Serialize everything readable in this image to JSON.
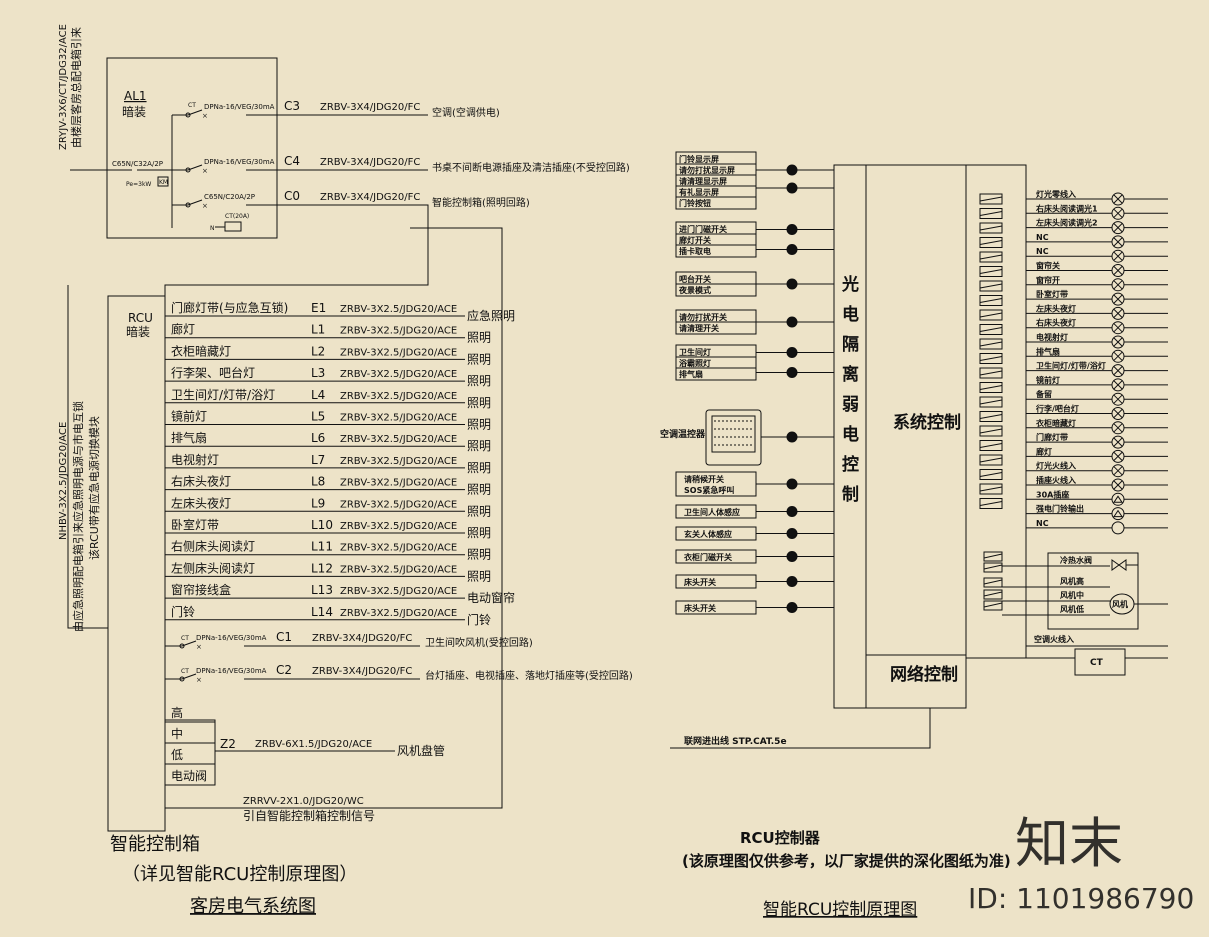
{
  "left": {
    "feeder_vertical": [
      "ZRYJV-3X6/CT/JDG32/ACE",
      "由楼层客房总配电箱引来"
    ],
    "al1": {
      "name": "AL1",
      "mount": "暗装"
    },
    "main_breaker": "C65N/C32A/2P",
    "pe": "Pe=3kW",
    "km": "KM",
    "ct_label": "CT",
    "n_label": "N",
    "ct20": "CT(20A)",
    "circuits": [
      {
        "breaker": "DPNa-16/VEG/30mA",
        "id": "C3",
        "cable": "ZRBV-3X4/JDG20/FC",
        "desc": "空调(空调供电)"
      },
      {
        "breaker": "DPNa-16/VEG/30mA",
        "id": "C4",
        "cable": "ZRBV-3X4/JDG20/FC",
        "desc": "书桌不间断电源插座及清洁插座(不受控回路)"
      },
      {
        "breaker": "C65N/C20A/2P",
        "id": "C0",
        "cable": "ZRBV-3X4/JDG20/FC",
        "desc": "智能控制箱(照明回路)"
      }
    ],
    "rcu": {
      "name": "RCU",
      "mount": "暗装"
    },
    "rcu_vertical": [
      "NHBV-3X2.5/JDG20/ACE",
      "由应急照明配电箱引来应急照明电源与市电互锁",
      "该RCU带有应急电源切换模块"
    ],
    "lighting": [
      {
        "name": "门廊灯带(与应急互锁)",
        "id": "E1",
        "cable": "ZRBV-3X2.5/JDG20/ACE",
        "use": "应急照明"
      },
      {
        "name": "廊灯",
        "id": "L1",
        "cable": "ZRBV-3X2.5/JDG20/ACE",
        "use": "照明"
      },
      {
        "name": "衣柜暗藏灯",
        "id": "L2",
        "cable": "ZRBV-3X2.5/JDG20/ACE",
        "use": "照明"
      },
      {
        "name": "行李架、吧台灯",
        "id": "L3",
        "cable": "ZRBV-3X2.5/JDG20/ACE",
        "use": "照明"
      },
      {
        "name": "卫生间灯/灯带/浴灯",
        "id": "L4",
        "cable": "ZRBV-3X2.5/JDG20/ACE",
        "use": "照明"
      },
      {
        "name": "镜前灯",
        "id": "L5",
        "cable": "ZRBV-3X2.5/JDG20/ACE",
        "use": "照明"
      },
      {
        "name": "排气扇",
        "id": "L6",
        "cable": "ZRBV-3X2.5/JDG20/ACE",
        "use": "照明"
      },
      {
        "name": "电视射灯",
        "id": "L7",
        "cable": "ZRBV-3X2.5/JDG20/ACE",
        "use": "照明"
      },
      {
        "name": "右床头夜灯",
        "id": "L8",
        "cable": "ZRBV-3X2.5/JDG20/ACE",
        "use": "照明"
      },
      {
        "name": "左床头夜灯",
        "id": "L9",
        "cable": "ZRBV-3X2.5/JDG20/ACE",
        "use": "照明"
      },
      {
        "name": "卧室灯带",
        "id": "L10",
        "cable": "ZRBV-3X2.5/JDG20/ACE",
        "use": "照明"
      },
      {
        "name": "右侧床头阅读灯",
        "id": "L11",
        "cable": "ZRBV-3X2.5/JDG20/ACE",
        "use": "照明"
      },
      {
        "name": "左侧床头阅读灯",
        "id": "L12",
        "cable": "ZRBV-3X2.5/JDG20/ACE",
        "use": "照明"
      },
      {
        "name": "窗帘接线盒",
        "id": "L13",
        "cable": "ZRBV-3X2.5/JDG20/ACE",
        "use": "电动窗帘"
      },
      {
        "name": "门铃",
        "id": "L14",
        "cable": "ZRBV-3X2.5/JDG20/ACE",
        "use": "门铃"
      }
    ],
    "controlled": [
      {
        "ct": "CT",
        "breaker": "DPNa-16/VEG/30mA",
        "id": "C1",
        "cable": "ZRBV-3X4/JDG20/FC",
        "desc": "卫生间吹风机(受控回路)"
      },
      {
        "ct": "CT",
        "breaker": "DPNa-16/VEG/30mA",
        "id": "C2",
        "cable": "ZRBV-3X4/JDG20/FC",
        "desc": "台灯插座、电视插座、落地灯插座等(受控回路)"
      }
    ],
    "fan_speeds": [
      "高",
      "中",
      "低",
      "电动阀"
    ],
    "fan": {
      "id": "Z2",
      "cable": "ZRBV-6X1.5/JDG20/ACE",
      "desc": "风机盘管"
    },
    "signal": {
      "cable": "ZRRVV-2X1.0/JDG20/WC",
      "desc": "引自智能控制箱控制信号"
    },
    "box_title": "智能控制箱",
    "box_note": "（详见智能RCU控制原理图）",
    "caption": "客房电气系统图"
  },
  "right": {
    "isolation_label": "光电隔离弱电控制",
    "system_label": "系统控制",
    "network_label": "网络控制",
    "input_groups": [
      [
        "门铃显示屏",
        "请勿打扰显示屏",
        "请清理显示屏",
        "有礼显示屏",
        "门铃按钮"
      ],
      [
        "进门门磁开关",
        "廊灯开关",
        "插卡取电"
      ],
      [
        "吧台开关",
        "夜景模式"
      ],
      [
        "请勿打扰开关",
        "请清理开关"
      ],
      [
        "卫生间灯",
        "浴霸照灯",
        "排气扇"
      ]
    ],
    "thermostat_label": "空调温控器",
    "single_inputs": [
      [
        "请稍候开关",
        "SOS紧急呼叫"
      ],
      [
        "卫生间人体感应"
      ],
      [
        "玄关人体感应"
      ],
      [
        "衣柜门磁开关"
      ],
      [
        "床头开关"
      ],
      [
        "床头开关"
      ]
    ],
    "outputs": [
      "灯光零线入",
      "右床头阅读调光1",
      "左床头阅读调光2",
      "NC",
      "NC",
      "窗帘关",
      "窗帘开",
      "卧室灯带",
      "左床头夜灯",
      "右床头夜灯",
      "电视射灯",
      "排气扇",
      "卫生间灯/灯带/浴灯",
      "镜前灯",
      "备留",
      "行李/吧台灯",
      "衣柜暗藏灯",
      "门廊灯带",
      "廊灯",
      "灯光火线入",
      "插座火线入",
      "30A插座",
      "强电门铃输出",
      "NC"
    ],
    "fan_outputs": [
      "冷热水阀",
      "风机高",
      "风机中",
      "风机低"
    ],
    "fan_symbol": "风机",
    "ac_input": "空调火线入",
    "ct": "CT",
    "network_line": "联网进出线  STP.CAT.5e",
    "controller_title": "RCU控制器",
    "controller_note": "(该原理图仅供参考，以厂家提供的深化图纸为准)",
    "caption": "智能RCU控制原理图"
  },
  "watermark": {
    "brand": "知末",
    "id": "ID: 1101986790"
  }
}
